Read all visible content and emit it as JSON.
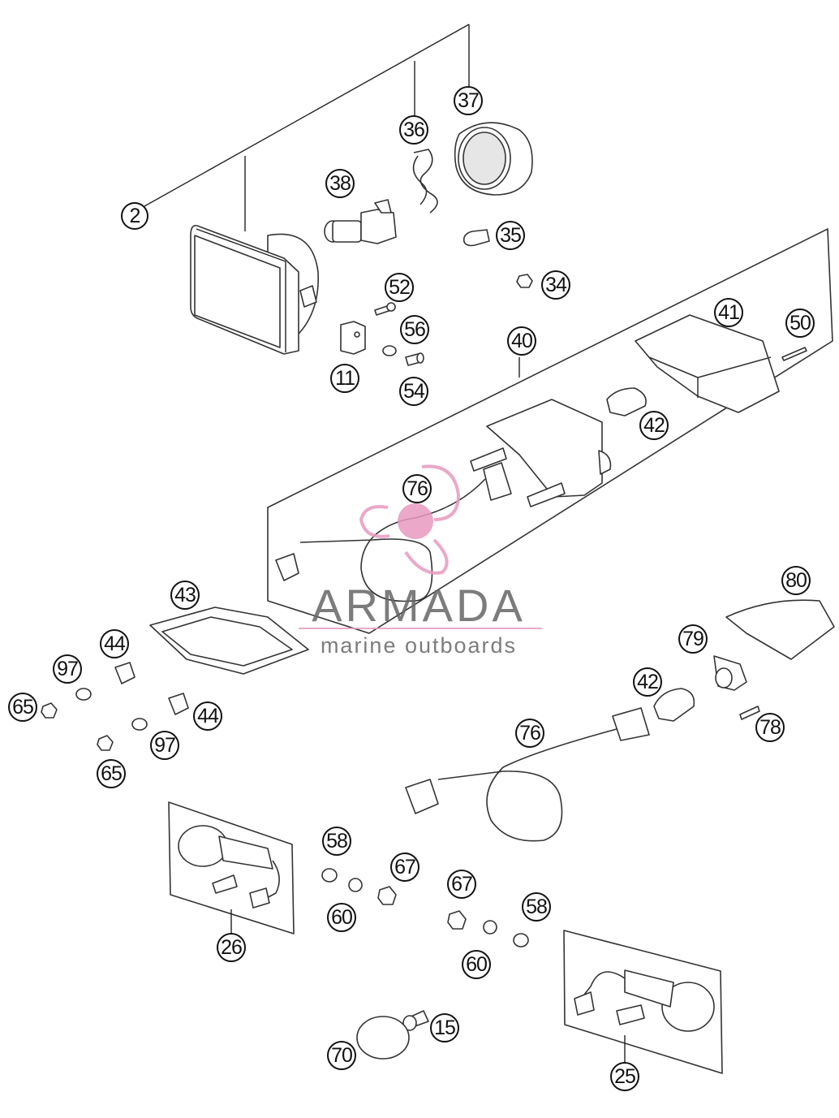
{
  "watermark": {
    "brand": "ARMADA",
    "tagline": "marine outboards",
    "logo_color": "#e89ac0",
    "text_color": "#666666"
  },
  "callouts": {
    "c2": "2",
    "c37": "37",
    "c36": "36",
    "c38": "38",
    "c35": "35",
    "c34": "34",
    "c52": "52",
    "c56": "56",
    "c54": "54",
    "c11": "11",
    "c41": "41",
    "c50": "50",
    "c40": "40",
    "c42a": "42",
    "c76a": "76",
    "c43": "43",
    "c80": "80",
    "c79": "79",
    "c44a": "44",
    "c97a": "97",
    "c65a": "65",
    "c44b": "44",
    "c97b": "97",
    "c65b": "65",
    "c42b": "42",
    "c78": "78",
    "c76b": "76",
    "c58a": "58",
    "c67a": "67",
    "c60a": "60",
    "c67b": "67",
    "c58b": "58",
    "c60b": "60",
    "c26": "26",
    "c15": "15",
    "c70": "70",
    "c25": "25"
  }
}
